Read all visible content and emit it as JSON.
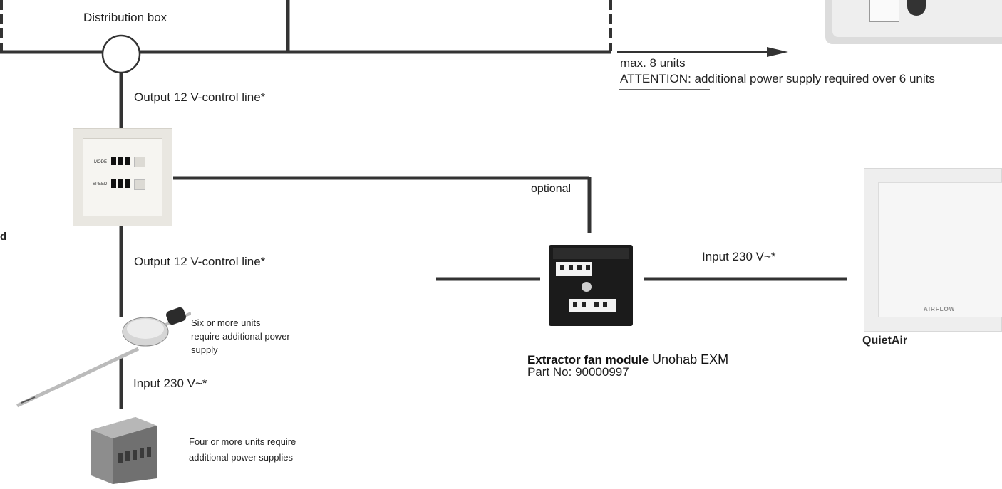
{
  "labels": {
    "distribution_box": "Distribution box",
    "output_top": "Output 12 V-control line*",
    "output_bottom": "Output 12 V-control line*",
    "max_units": "max. 8 units",
    "attention_prefix": "ATTENTION:",
    "attention_text": " additional power supply  required over 6 units",
    "optional": "optional",
    "input_right": "Input 230 V~*",
    "input_left": "Input 230 V~*",
    "six_units": [
      "Six or more units",
      "require additional power",
      "supply"
    ],
    "four_units": [
      "Four or more units require",
      "additional power supplies"
    ],
    "module_bold": "Extractor fan module",
    "module_name": " Unohab EXM",
    "part_no": "Part No: 90000997",
    "quietair": "QuietAir",
    "cut_letter": "d"
  },
  "control_panel": {
    "mode_label": "MODE",
    "speed_label": "SPEED"
  },
  "fan_unit": {
    "brand": "AIRFLOW"
  },
  "colors": {
    "wire": "#333333",
    "arrow": "#333333",
    "panel": "#f1efe9"
  }
}
